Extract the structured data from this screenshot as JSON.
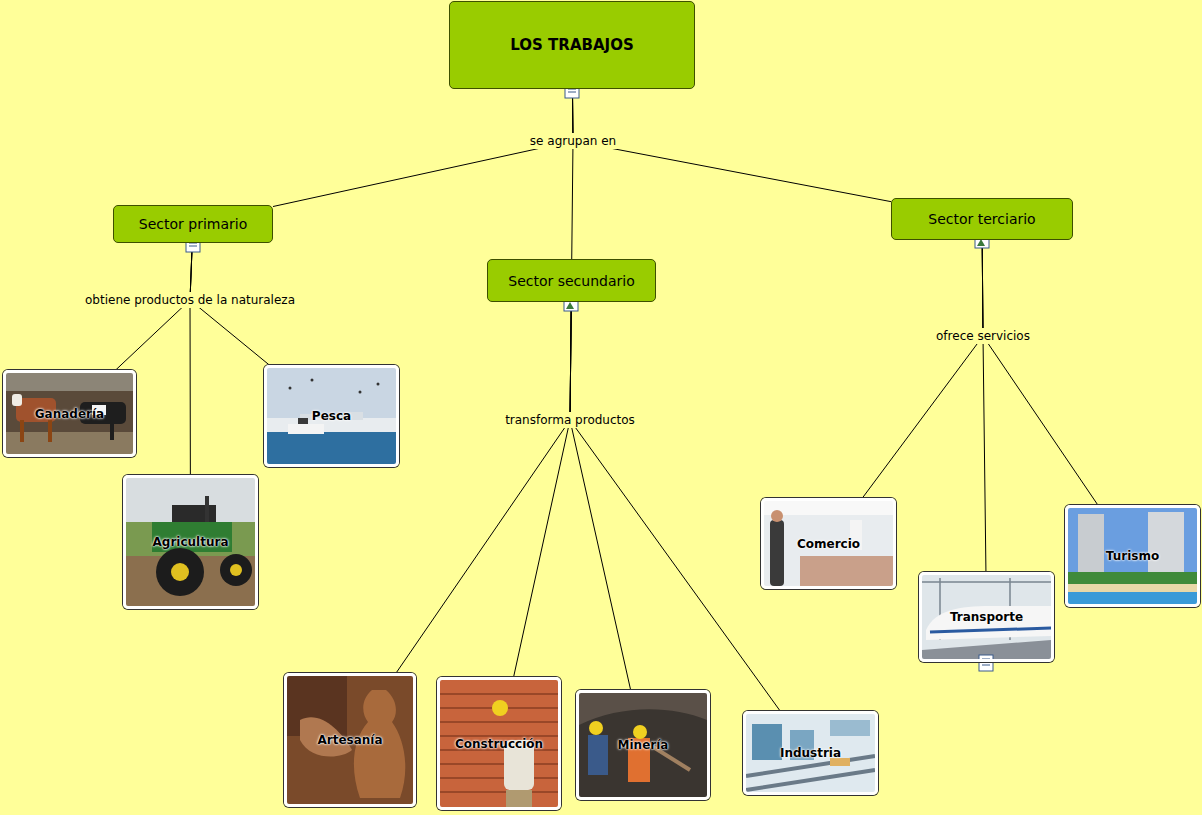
{
  "diagram": {
    "nodes": [
      {
        "text": [
          "LOS TRABAJOS"
        ]
      },
      {
        "text": [
          "Sector primario"
        ]
      },
      {
        "text": [
          "Sector secundario"
        ]
      },
      {
        "text": [
          "Sector terciario"
        ]
      },
      {
        "text": [
          "Ganadería"
        ]
      },
      {
        "text": [
          "Pesca"
        ]
      },
      {
        "text": [
          "Agricultura"
        ]
      },
      {
        "text": [
          "Artesanía"
        ]
      },
      {
        "text": [
          "Construcción"
        ]
      },
      {
        "text": [
          "Minería"
        ]
      },
      {
        "text": [
          "Industria"
        ]
      },
      {
        "text": [
          "Comercio"
        ]
      },
      {
        "text": [
          "Transporte"
        ]
      },
      {
        "text": [
          "Turismo"
        ]
      }
    ],
    "edges": [
      {
        "from": 0,
        "to": 1,
        "arrow": "none"
      },
      {
        "from": 0,
        "to": 2,
        "arrow": "none"
      },
      {
        "from": 0,
        "to": 3,
        "arrow": "none"
      },
      {
        "from": 1,
        "to": 4,
        "arrow": "none"
      },
      {
        "from": 1,
        "to": 5,
        "arrow": "none"
      },
      {
        "from": 1,
        "to": 6,
        "arrow": "none"
      },
      {
        "from": 2,
        "to": 7,
        "arrow": "none"
      },
      {
        "from": 2,
        "to": 8,
        "arrow": "none"
      },
      {
        "from": 2,
        "to": 9,
        "arrow": "none"
      },
      {
        "from": 2,
        "to": 10,
        "arrow": "none"
      },
      {
        "from": 3,
        "to": 11,
        "arrow": "none"
      },
      {
        "from": 3,
        "to": 12,
        "arrow": "none"
      },
      {
        "from": 3,
        "to": 13,
        "arrow": "none"
      }
    ],
    "labels": [
      "se agrupan en",
      "obtiene productos de la naturaleza",
      "transforma productos",
      "ofrece servicios"
    ]
  }
}
